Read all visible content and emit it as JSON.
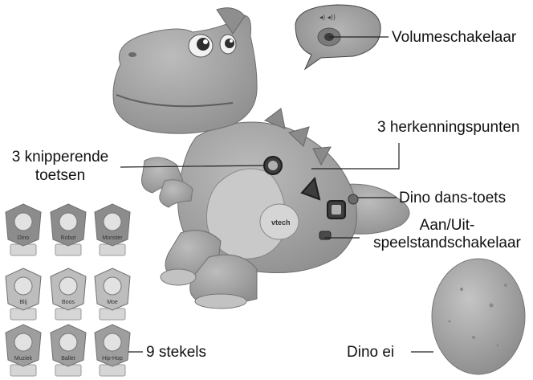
{
  "labels": {
    "volume": "Volumeschakelaar",
    "points": "3 herkenningspunten",
    "buttons_line1": "3 knipperende",
    "buttons_line2": "toetsen",
    "dance": "Dino dans-toets",
    "power_line1": "Aan/Uit-",
    "power_line2": "speelstandschakelaar",
    "stickers": "9 stekels",
    "egg": "Dino ei"
  },
  "stickers": [
    "Dino",
    "Robot",
    "Monster",
    "Blij",
    "Boos",
    "Moe",
    "Muziek",
    "Ballet",
    "Hip-Hop"
  ],
  "brand": "vtech",
  "colors": {
    "body": "#a3a3a3",
    "belly": "#c9c9c9",
    "dark": "#5a5a5a",
    "egg": "#a8a8a8",
    "line": "#222222"
  }
}
